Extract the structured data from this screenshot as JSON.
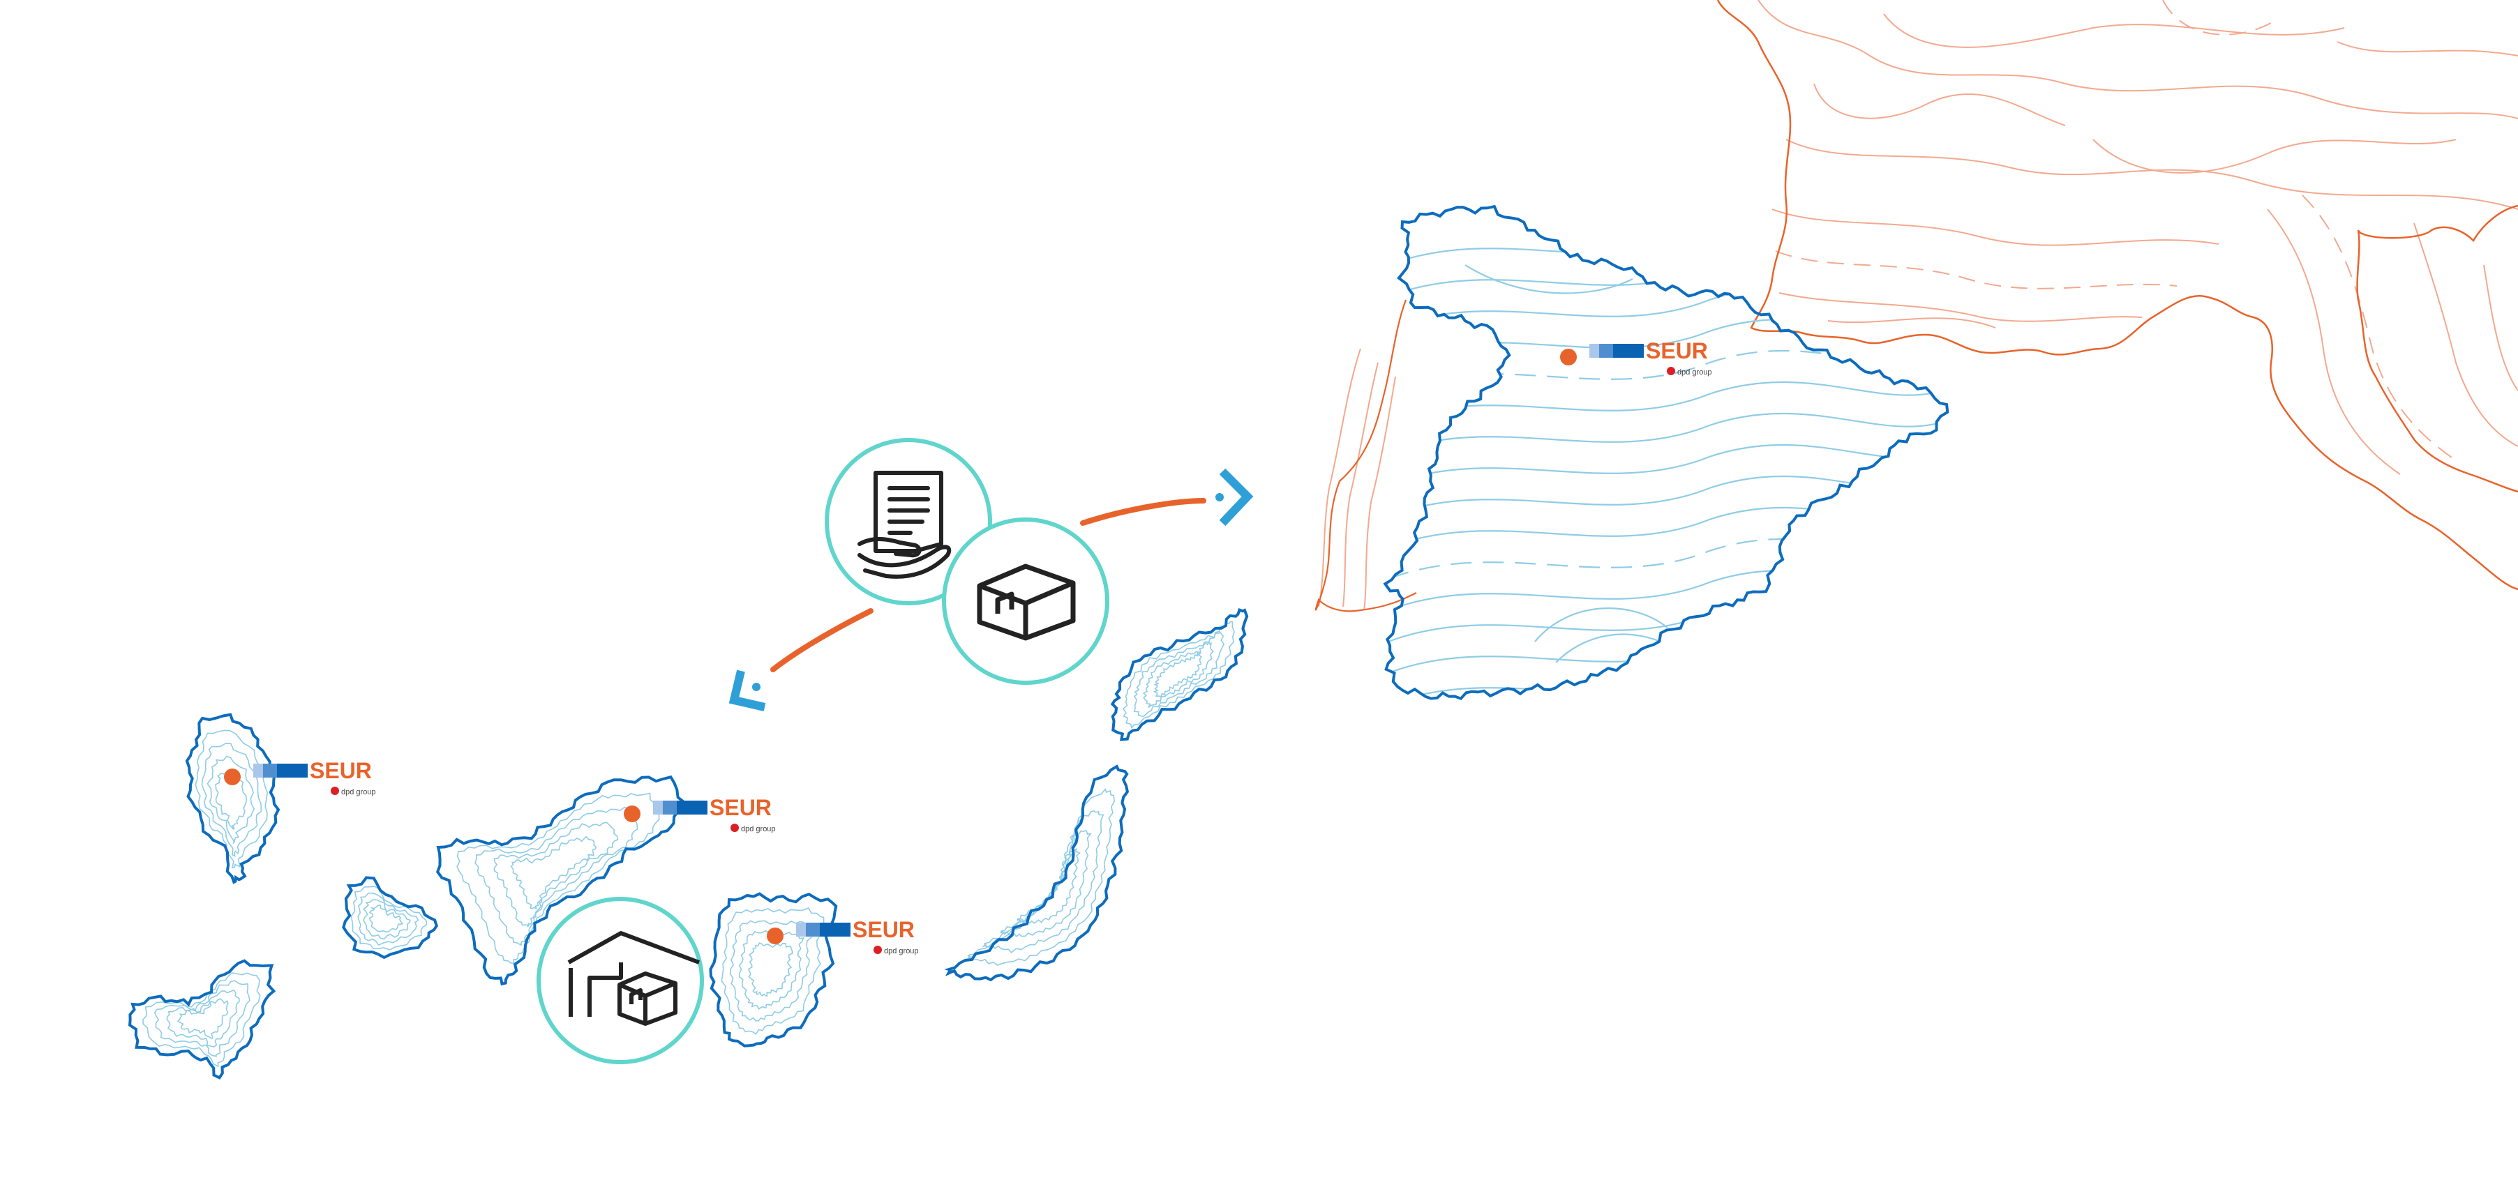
{
  "brand": {
    "name": "SEUR",
    "sub": "dpd",
    "sub_group": "group",
    "color_orange": "#e8632b",
    "color_blue_dark": "#0a62b3",
    "color_blue_mid": "#4f8fd0",
    "color_blue_light": "#a9c7ea",
    "color_red": "#dc1f26"
  },
  "map": {
    "coast_blue": "#0d6cbd",
    "contour_blue": "#8fcce6",
    "coast_orange": "#e8632b",
    "contour_orange": "#f2a98f",
    "circle_teal": "#5fd5cc",
    "arrow_blue": "#2f9fd8",
    "icon_stroke": "#222222"
  },
  "markers": [
    {
      "region": "spain",
      "label": "SEUR"
    },
    {
      "region": "la-palma",
      "label": "SEUR"
    },
    {
      "region": "tenerife",
      "label": "SEUR"
    },
    {
      "region": "gran-canaria",
      "label": "SEUR"
    }
  ],
  "icons": [
    "document-hand-icon",
    "package-box-icon",
    "warehouse-icon"
  ],
  "arrows": [
    "arrow-to-peninsula",
    "arrow-to-islands"
  ]
}
